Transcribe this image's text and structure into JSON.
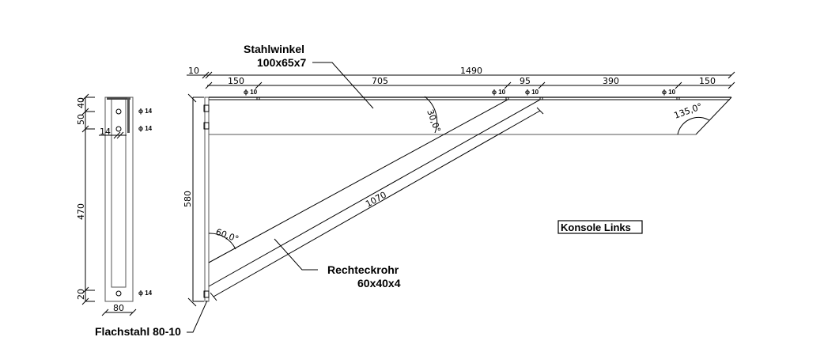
{
  "drawing": {
    "title": "Konsole Links",
    "labels": {
      "angle_profile_name": "Stahlwinkel",
      "angle_profile_size": "100x65x7",
      "tube_name": "Rechteckrohr",
      "tube_size": "60x40x4",
      "flat_bar": "Flachstahl 80-10"
    },
    "side_view": {
      "dims_vertical": [
        "40",
        "50",
        "470",
        "20"
      ],
      "dim_hole_offset": "14",
      "dim_width": "80",
      "holes": [
        "ϕ 14",
        "ϕ 14",
        "ϕ 14"
      ]
    },
    "front_view": {
      "dim_top_offset": "10",
      "dim_total": "1490",
      "dims_segments": [
        "150",
        "705",
        "95",
        "390",
        "150"
      ],
      "holes": [
        "ϕ 10",
        "ϕ 10",
        "ϕ 10",
        "ϕ 10"
      ],
      "dim_height": "580",
      "dim_diagonal": "1070",
      "angles": [
        "30,0°",
        "60,0°",
        "135,0°"
      ]
    }
  }
}
